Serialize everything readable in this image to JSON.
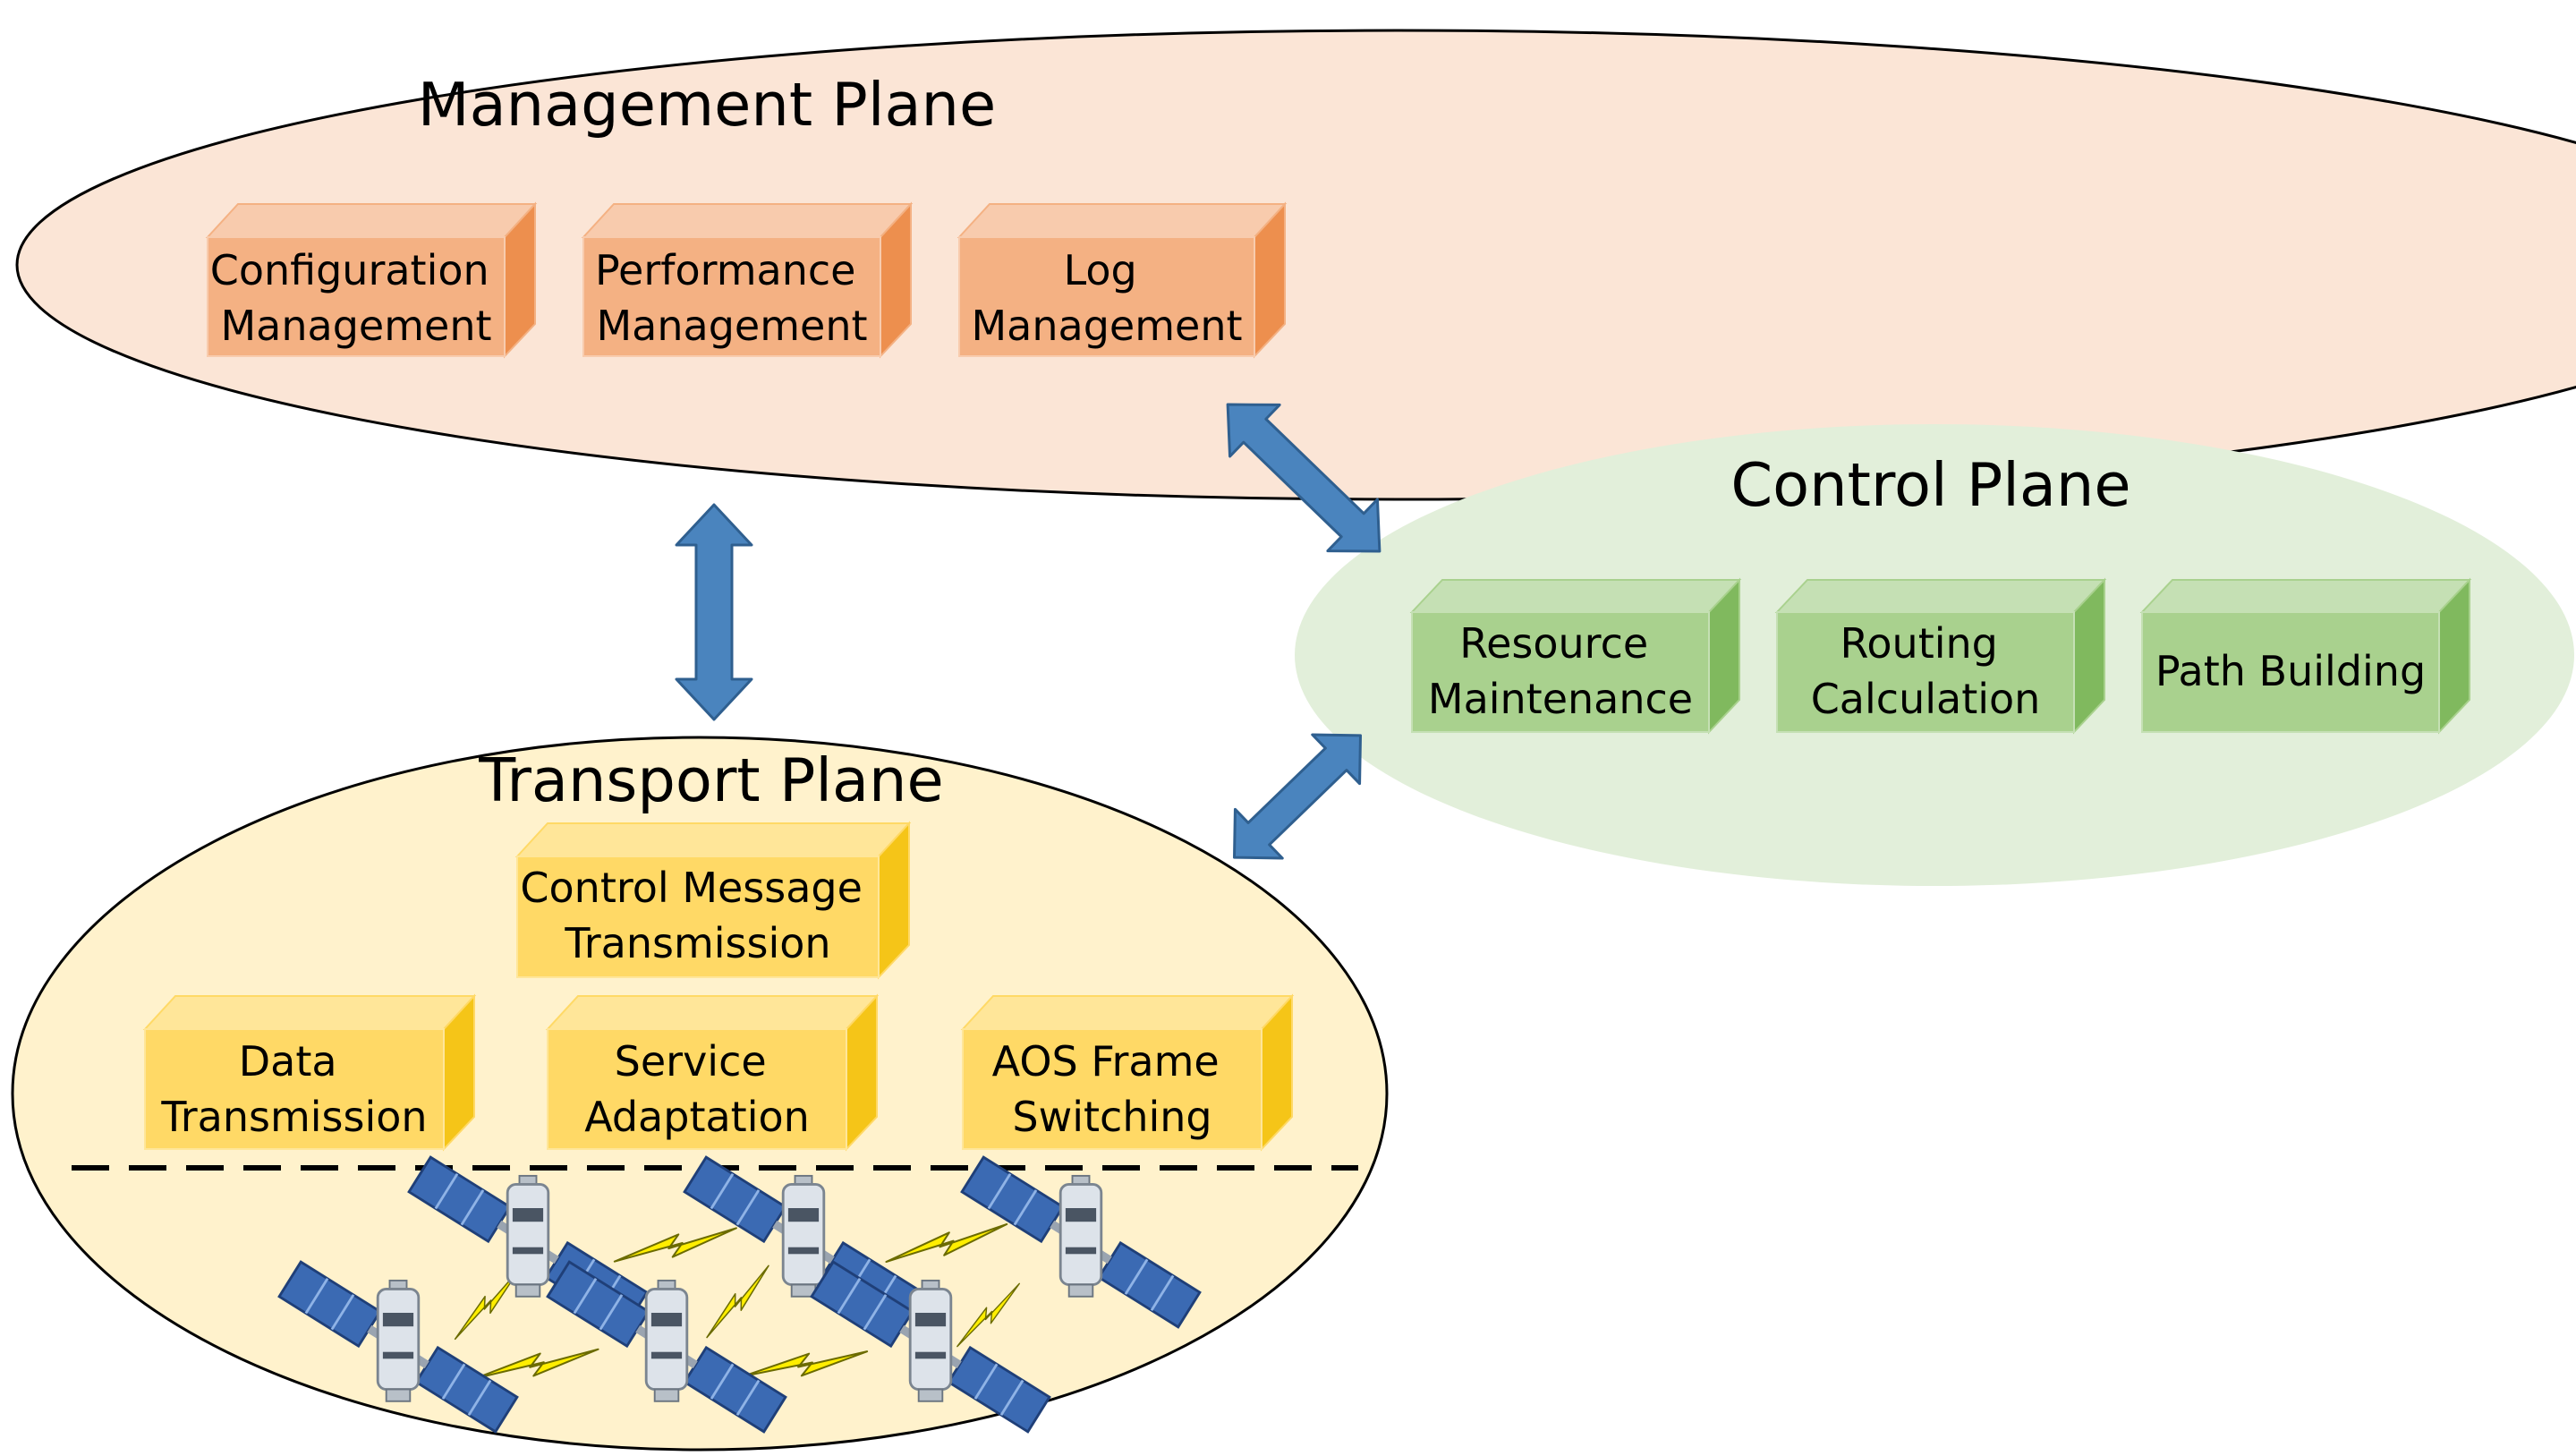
{
  "colors": {
    "management_fill": "#fbe5d6",
    "management_box_front": "#f4b183",
    "management_box_side": "#ed8f4e",
    "management_box_top": "#f8cbad",
    "control_fill": "#e2efda",
    "control_box_front": "#a9d18e",
    "control_box_side": "#80b95e",
    "control_box_top": "#c5e0b4",
    "transport_fill": "#fff2cc",
    "transport_box_front": "#ffd966",
    "transport_box_side": "#f5c518",
    "transport_box_top": "#ffe699",
    "arrow_fill": "#4a84be",
    "arrow_stroke": "#2f5f8f",
    "lightning": "#ffee00"
  },
  "management": {
    "title": "Management Plane",
    "boxes": [
      {
        "line1": "Configuration",
        "line2": "Management"
      },
      {
        "line1": "Performance",
        "line2": "Management"
      },
      {
        "line1": "Log",
        "line2": "Management"
      }
    ]
  },
  "control": {
    "title": "Control Plane",
    "boxes": [
      {
        "line1": "Resource",
        "line2": "Maintenance"
      },
      {
        "line1": "Routing",
        "line2": "Calculation"
      },
      {
        "line1": "Path Building",
        "line2": ""
      }
    ]
  },
  "transport": {
    "title": "Transport Plane",
    "top_box": {
      "line1": "Control Message",
      "line2": "Transmission"
    },
    "boxes": [
      {
        "line1": "Data",
        "line2": "Transmission"
      },
      {
        "line1": "Service",
        "line2": "Adaptation"
      },
      {
        "line1": "AOS Frame",
        "line2": "Switching"
      }
    ]
  },
  "icons": {
    "satellite": "satellite-icon",
    "link": "lightning-link-icon",
    "arrow": "double-arrow-icon"
  }
}
